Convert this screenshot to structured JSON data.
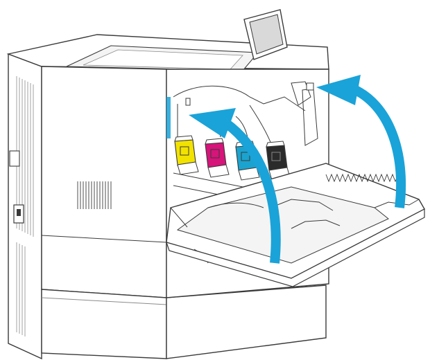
{
  "figure": {
    "subject": "printer-front-door-open-toner-cartridges",
    "colors": {
      "outline": "#3a3a3a",
      "body": "#ffffff",
      "shade": "#f4f4f4",
      "detail": "#8a8a8a",
      "arrow": "#1aa3d8",
      "toner_yellow": "#f2e200",
      "toner_magenta": "#d6147a",
      "toner_cyan": "#1ba3cf",
      "toner_black": "#2b2b2b",
      "display_screen": "#d9d9d9"
    },
    "cartridges": [
      {
        "name": "yellow",
        "color_key": "toner_yellow"
      },
      {
        "name": "magenta",
        "color_key": "toner_magenta"
      },
      {
        "name": "cyan",
        "color_key": "toner_cyan"
      },
      {
        "name": "black",
        "color_key": "toner_black"
      }
    ],
    "arrows": [
      {
        "name": "arrow-close-door-left",
        "meaning": "close-door"
      },
      {
        "name": "arrow-close-door-right",
        "meaning": "close-door"
      }
    ]
  }
}
